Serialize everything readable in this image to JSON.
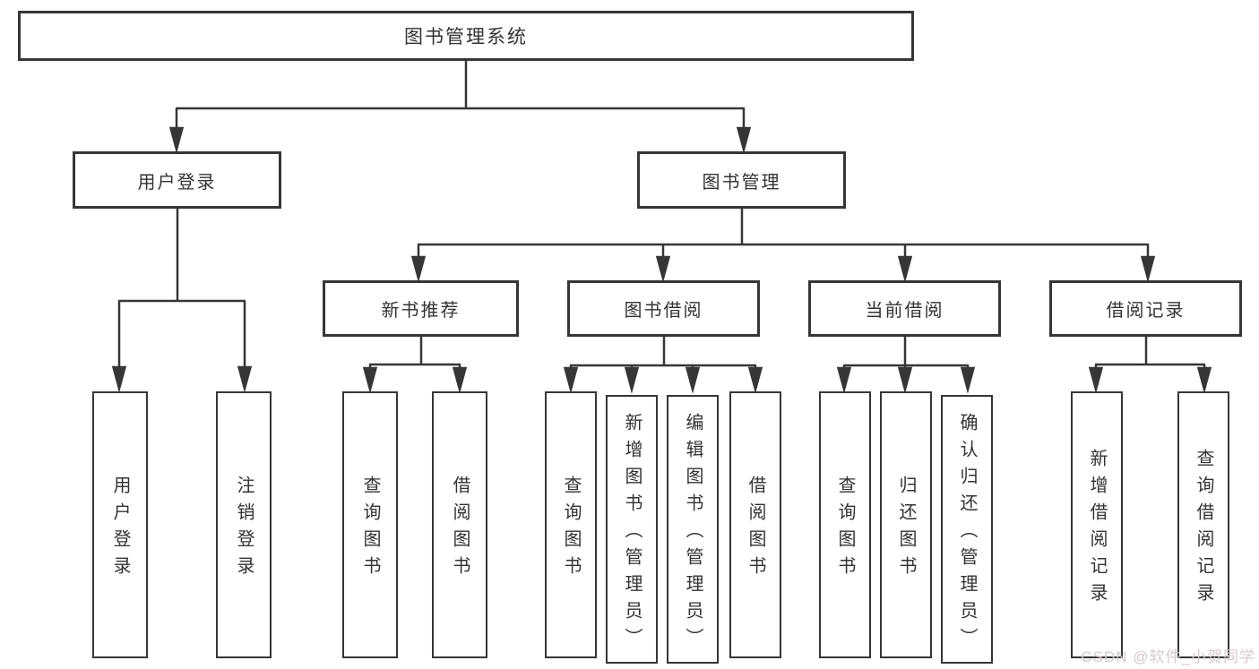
{
  "org": {
    "root": {
      "label": "图书管理系统"
    },
    "branches": [
      {
        "label": "用户登录",
        "children": [
          {
            "label": "用户登录"
          },
          {
            "label": "注销登录"
          }
        ]
      },
      {
        "label": "图书管理",
        "children": [
          {
            "label": "新书推荐",
            "children": [
              {
                "label": "查询图书"
              },
              {
                "label": "借阅图书"
              }
            ]
          },
          {
            "label": "图书借阅",
            "children": [
              {
                "label": "查询图书"
              },
              {
                "label": "新增图书（管理员）"
              },
              {
                "label": "编辑图书（管理员）"
              },
              {
                "label": "借阅图书"
              }
            ]
          },
          {
            "label": "当前借阅",
            "children": [
              {
                "label": "查询图书"
              },
              {
                "label": "归还图书"
              },
              {
                "label": "确认归还（管理员）"
              }
            ]
          },
          {
            "label": "借阅记录",
            "children": [
              {
                "label": "新增借阅记录"
              },
              {
                "label": "查询借阅记录"
              }
            ]
          }
        ]
      }
    ]
  },
  "watermark": {
    "text": "CSDN @软件_小贺同学"
  },
  "colors": {
    "line": "#363636",
    "text": "#333333",
    "background": "#ffffff",
    "watermark": "#d8c9c9"
  }
}
